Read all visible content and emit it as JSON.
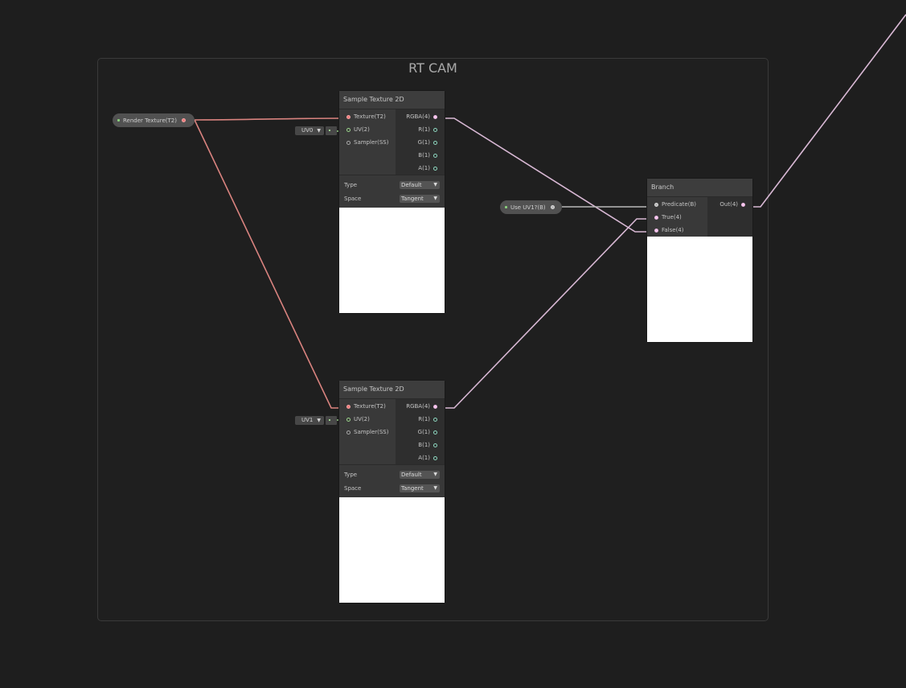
{
  "group": {
    "title": "RT CAM"
  },
  "properties": {
    "render_texture": {
      "label": "Render Texture(T2)"
    },
    "use_uv1": {
      "label": "Use UV1?(B)"
    }
  },
  "sample_texture_a": {
    "title": "Sample Texture 2D",
    "inputs": [
      "Texture(T2)",
      "UV(2)",
      "Sampler(SS)"
    ],
    "outputs": [
      "RGBA(4)",
      "R(1)",
      "G(1)",
      "B(1)",
      "A(1)"
    ],
    "uv_channel": "UV0",
    "settings": {
      "type_label": "Type",
      "type_value": "Default",
      "space_label": "Space",
      "space_value": "Tangent"
    }
  },
  "sample_texture_b": {
    "title": "Sample Texture 2D",
    "inputs": [
      "Texture(T2)",
      "UV(2)",
      "Sampler(SS)"
    ],
    "outputs": [
      "RGBA(4)",
      "R(1)",
      "G(1)",
      "B(1)",
      "A(1)"
    ],
    "uv_channel": "UV1",
    "settings": {
      "type_label": "Type",
      "type_value": "Default",
      "space_label": "Space",
      "space_value": "Tangent"
    }
  },
  "branch": {
    "title": "Branch",
    "inputs": [
      "Predicate(B)",
      "True(4)",
      "False(4)"
    ],
    "outputs": [
      "Out(4)"
    ]
  },
  "colors": {
    "background": "#1e1e1e",
    "texture_wire": "#d9837f",
    "vector4_wire": "#d8b8d4",
    "bool_wire": "#b9b9b9",
    "uv_wire": "#9bd58c"
  }
}
